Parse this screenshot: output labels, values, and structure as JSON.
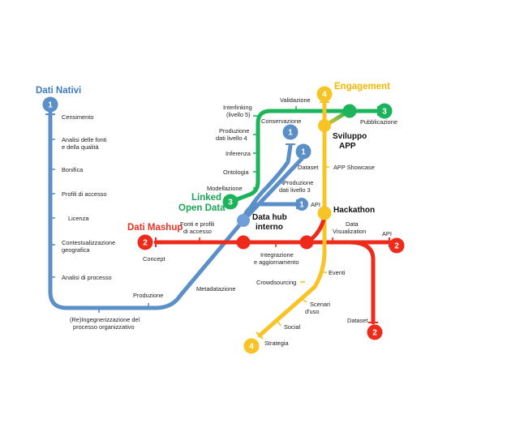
{
  "titles": {
    "dati_nativi": "Dati Nativi",
    "engagement": "Engagement",
    "linked_open_data_1": "Linked",
    "linked_open_data_2": "Open Data",
    "dati_mashup": "Dati Mashup"
  },
  "hubs": {
    "data_hub_1": "Data hub",
    "data_hub_2": "interno",
    "hackathon": "Hackathon",
    "sviluppo_1": "Sviluppo",
    "sviluppo_2": "APP"
  },
  "badges": {
    "blue_start": "1",
    "blue_conservazione": "1",
    "blue_dataset": "1",
    "blue_api": "1",
    "green_start": "3",
    "green_end": "3",
    "yellow_top": "4",
    "yellow_bottom": "4",
    "red_left": "2",
    "red_right": "2",
    "red_bottom": "2"
  },
  "stations": {
    "censimento": "Censimento",
    "analisi_fonti_1": "Analisi delle fonti",
    "analisi_fonti_2": "e della qualità",
    "bonifica": "Bonifica",
    "profili_accesso": "Profili di accesso",
    "licenza": "Licenza",
    "contestualizzazione_1": "Contestualizzazione",
    "contestualizzazione_2": "geografica",
    "analisi_processo": "Analisi di processo",
    "reingegnerizzazione_1": "(Re)Ingegnerizzazione del",
    "reingegnerizzazione_2": "processo organizzativo",
    "produzione": "Produzione",
    "metadatazione": "Metadatazione",
    "concept": "Concept",
    "fonti_profili_1": "Fonti e profili",
    "fonti_profili_2": "di accesso",
    "dataset_blue": "Dataset",
    "produzione_l3_1": "Produzione",
    "produzione_l3_2": "dati livello 3",
    "api_blue": "API",
    "conservazione": "Conservazione",
    "modellazione": "Modellazione",
    "ontologia": "Ontologia",
    "inferenza": "Inferenza",
    "produzione_l4_1": "Produzione",
    "produzione_l4_2": "dati livello 4",
    "interlinking_1": "Interlinking",
    "interlinking_2": "(livello 5)",
    "validazione": "Validazione",
    "pubblicazione": "Pubblicazione",
    "app_showcase": "APP Showcase",
    "data_visualization_1": "Data",
    "data_visualization_2": "Visualization",
    "api_red": "API",
    "integrazione_1": "Integrazione",
    "integrazione_2": "e aggiornamento",
    "eventi": "Eventi",
    "crowdsourcing": "Crowdsourcing",
    "scenari_1": "Scenari",
    "scenari_2": "d'uso",
    "social": "Social",
    "strategia": "Strategia",
    "dataset_red": "Dataset"
  },
  "colors": {
    "blue": "#5b8fc7",
    "blue_dark": "#4a7fbf",
    "green": "#1db35a",
    "yellow": "#f7c325",
    "yellow_text": "#f5b800",
    "red": "#ee2a1b",
    "hub_blue": "#6f9fd8",
    "title_blue": "#3d7cc1",
    "title_green": "#1aa654",
    "title_red": "#ea3323"
  }
}
